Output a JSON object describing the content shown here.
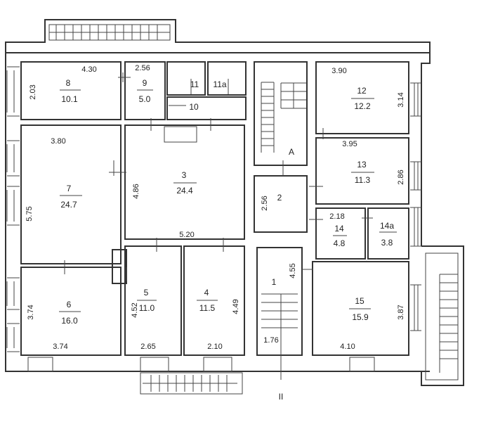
{
  "plan": {
    "entrance_label": "II",
    "stair_label": "A",
    "rooms": [
      {
        "number": "1",
        "area": ""
      },
      {
        "number": "2",
        "area": ""
      },
      {
        "number": "3",
        "area": "24.4"
      },
      {
        "number": "4",
        "area": "11.5"
      },
      {
        "number": "5",
        "area": "11.0"
      },
      {
        "number": "6",
        "area": "16.0"
      },
      {
        "number": "7",
        "area": "24.7"
      },
      {
        "number": "8",
        "area": "10.1"
      },
      {
        "number": "9",
        "area": "5.0"
      },
      {
        "number": "10",
        "area": ""
      },
      {
        "number": "11",
        "area": ""
      },
      {
        "number": "11a",
        "area": ""
      },
      {
        "number": "12",
        "area": "12.2"
      },
      {
        "number": "13",
        "area": "11.3"
      },
      {
        "number": "14",
        "area": "4.8"
      },
      {
        "number": "14a",
        "area": "3.8"
      },
      {
        "number": "15",
        "area": "15.9"
      }
    ],
    "dimensions": {
      "r8_w": "4.30",
      "r8_h": "2.03",
      "r9_w": "2.56",
      "r7_w": "3.80",
      "r7_h": "5.75",
      "r3_w": "5.20",
      "r3_h": "4.86",
      "r6_w": "3.74",
      "r6_h": "3.74",
      "r5_w": "2.65",
      "r5_h": "4.52",
      "r4_w": "2.10",
      "r4_h": "4.49",
      "r1_w": "1.76",
      "r1_h": "4.55",
      "r2_h": "2.56",
      "r12_w": "3.90",
      "r12_h": "3.14",
      "r13_w": "3.95",
      "r13_h": "2.86",
      "r14_w": "2.18",
      "r15_w": "4.10",
      "r15_h": "3.87"
    }
  }
}
